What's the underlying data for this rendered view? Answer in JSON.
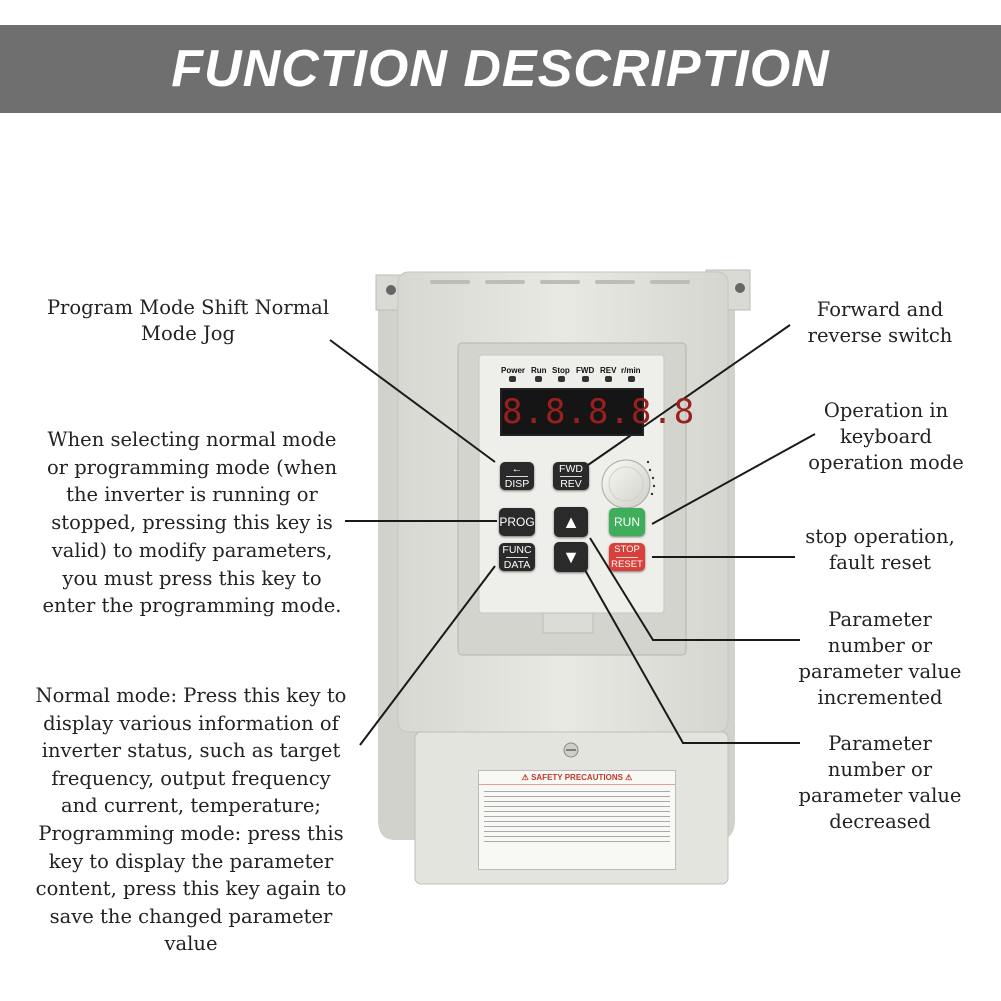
{
  "banner": {
    "title": "FUNCTION DESCRIPTION"
  },
  "device": {
    "indicators": [
      "Power",
      "Run",
      "Stop",
      "FWD",
      "REV",
      "r/min"
    ],
    "display": "8.8.8.8.8",
    "keys": {
      "disp": "DISP",
      "fwd": "FWD",
      "rev": "REV",
      "prog": "PROG",
      "run": "RUN",
      "stop": "STOP",
      "reset": "RESET",
      "func": "FUNC",
      "data": "DATA"
    },
    "safety_title": "SAFETY PRECAUTIONS"
  },
  "labels": {
    "shift": [
      "Program Mode Shift Normal",
      "Mode Jog"
    ],
    "prog": [
      "When selecting normal mode",
      "or programming mode (when",
      "the inverter is running or",
      "stopped, pressing this key is",
      "valid) to modify parameters,",
      "you must press this key to",
      "enter the programming mode."
    ],
    "func": [
      "Normal mode: Press this key to",
      "display various information of",
      "inverter status, such as target",
      "frequency, output frequency",
      "and current, temperature;",
      "Programming mode: press this",
      "key to display the parameter",
      "content, press this key again to",
      "save the changed parameter",
      "value"
    ],
    "fwd": [
      "Forward and",
      "reverse switch"
    ],
    "run": [
      "Operation in",
      "keyboard",
      "operation mode"
    ],
    "stop": [
      "stop operation,",
      "fault reset"
    ],
    "up": [
      "Parameter",
      "number or",
      "parameter value",
      "incremented"
    ],
    "down": [
      "Parameter",
      "number or",
      "parameter value",
      "decreased"
    ]
  },
  "colors": {
    "banner": "#6f6f6f",
    "device_body": "#e2e2dc",
    "run_key": "#3fae5a",
    "stop_key": "#d9403a"
  }
}
